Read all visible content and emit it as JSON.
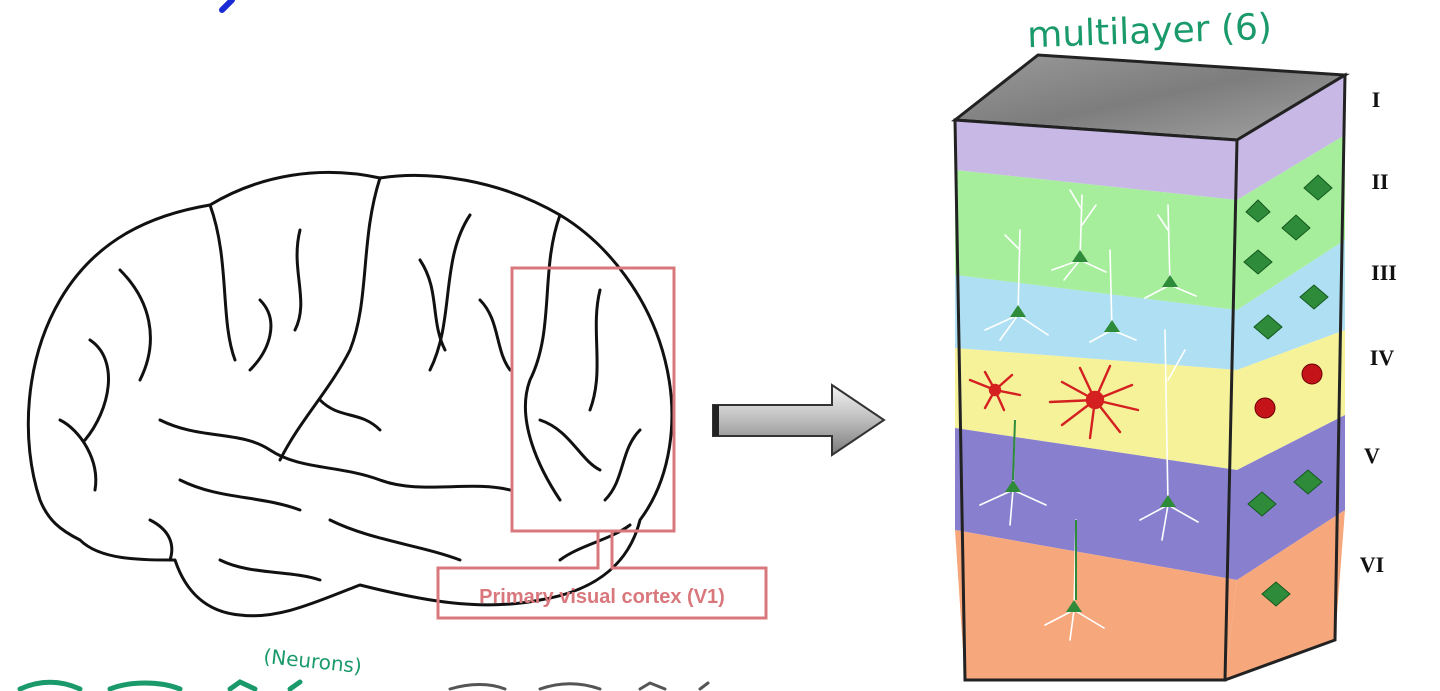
{
  "annotations": {
    "multilayer_note": "multilayer (6)",
    "neurons_note": "(Neurons)"
  },
  "brain": {
    "region_label": "Primary visual cortex (V1)"
  },
  "cortex": {
    "layers": [
      {
        "numeral": "I",
        "color": "#c7b8e6"
      },
      {
        "numeral": "II",
        "color": "#a6ee9c"
      },
      {
        "numeral": "III",
        "color": "#a6ee9c"
      },
      {
        "numeral": "IV",
        "color": "#aedff2"
      },
      {
        "numeral": "V",
        "color": "#f6f29a"
      },
      {
        "numeral": "VI",
        "color": "#8880cf"
      }
    ],
    "bottom_color": "#f7a77c"
  },
  "colors": {
    "annotation_green": "#1a9a6a",
    "region_box": "#d9787c",
    "outline": "#111111",
    "pyramidal_cell": "#2e8b3a",
    "stellate_cell": "#d42020"
  }
}
